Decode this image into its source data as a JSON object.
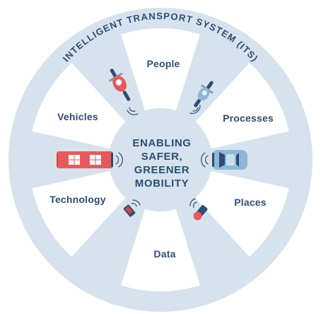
{
  "title_arc": "INTELLIGENT TRANSPORT SYSTEM (ITS)",
  "hub": {
    "line1": "ENABLING",
    "line2": "SAFER,",
    "line3": "GREENER",
    "line4": "MOBILITY"
  },
  "segments": {
    "people": "People",
    "processes": "Processes",
    "places": "Places",
    "data": "Data",
    "technology": "Technology",
    "vehicles": "Vehicles"
  },
  "colors": {
    "wheel": "#d6e3ee",
    "segment": "#ffffff",
    "text": "#2d4e74",
    "accent_red": "#e8595a",
    "accent_blue": "#8fb7d9"
  },
  "icons": {
    "bicycle": "bicycle-icon",
    "scooter": "scooter-icon",
    "bus": "bus-icon",
    "car": "car-icon",
    "phone_left": "phone-icon",
    "phone_right": "phone-with-pin-icon"
  }
}
